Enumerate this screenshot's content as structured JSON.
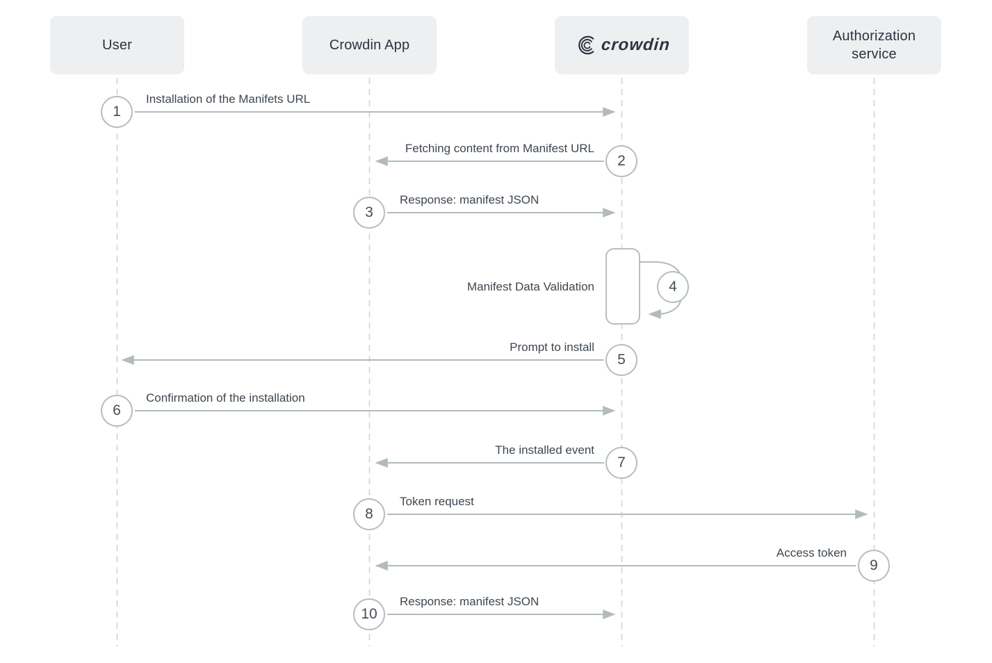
{
  "actors": [
    {
      "name": "User"
    },
    {
      "name": "Crowdin App"
    },
    {
      "name": "crowdin",
      "logo": true
    },
    {
      "name": "Authorization service"
    }
  ],
  "messages": [
    {
      "number": "1",
      "label": "Installation of the Manifets URL",
      "from": "User",
      "to": "crowdin"
    },
    {
      "number": "2",
      "label": "Fetching content from Manifest URL",
      "from": "crowdin",
      "to": "Crowdin App"
    },
    {
      "number": "3",
      "label": "Response: manifest JSON",
      "from": "Crowdin App",
      "to": "crowdin"
    },
    {
      "number": "4",
      "label": "Manifest Data Validation",
      "from": "crowdin",
      "to": "crowdin"
    },
    {
      "number": "5",
      "label": "Prompt to install",
      "from": "crowdin",
      "to": "User"
    },
    {
      "number": "6",
      "label": "Confirmation of the installation",
      "from": "User",
      "to": "crowdin"
    },
    {
      "number": "7",
      "label": "The installed event",
      "from": "crowdin",
      "to": "Crowdin App"
    },
    {
      "number": "8",
      "label": "Token request",
      "from": "Crowdin App",
      "to": "Authorization service"
    },
    {
      "number": "9",
      "label": "Access token",
      "from": "Authorization service",
      "to": "Crowdin App"
    },
    {
      "number": "10",
      "label": "Response: manifest JSON",
      "from": "Crowdin App",
      "to": "crowdin"
    }
  ],
  "colors": {
    "actor_box_bg": "#edeff1",
    "actor_text": "#2c3440",
    "label_text": "#3d464f",
    "arrow_line": "#b2bbbd",
    "lifeline": "#cfd4d7",
    "circle_border": "#b5bec0",
    "logo": "#2e3440"
  }
}
